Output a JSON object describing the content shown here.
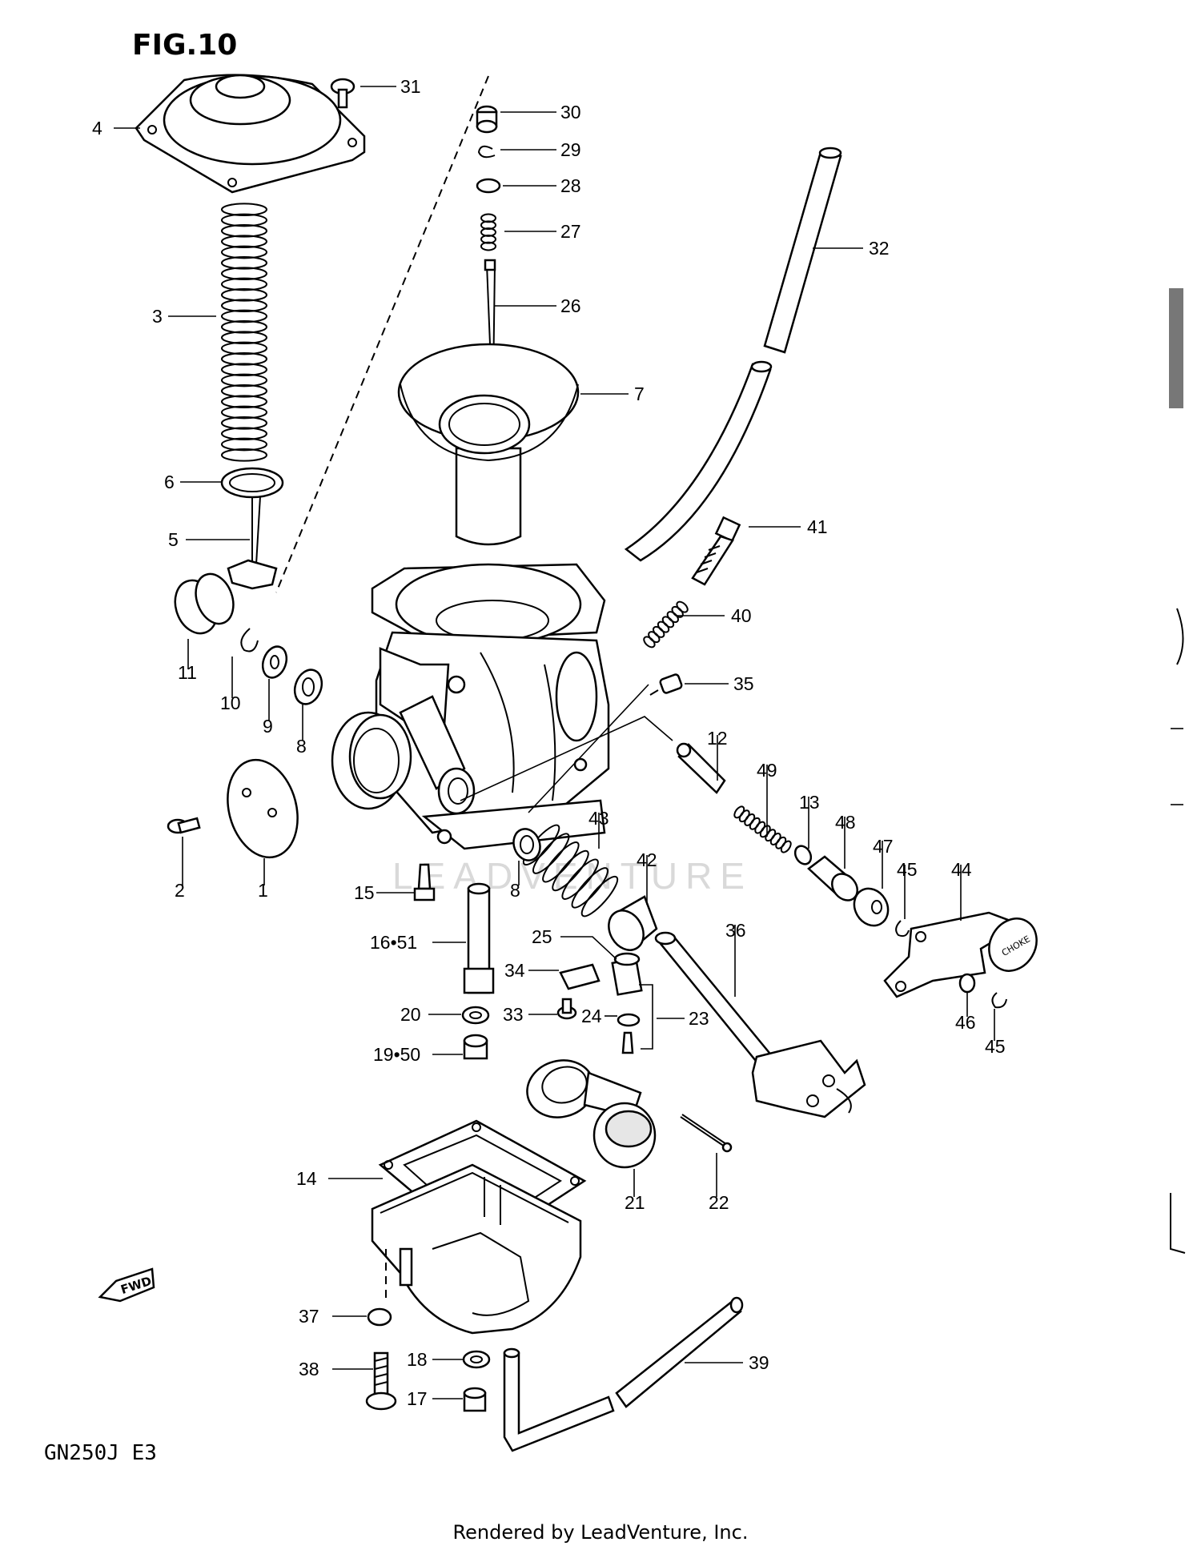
{
  "figure": {
    "title": "FIG.10",
    "model_code": "GN250J  E3",
    "footer": "Rendered by LeadVenture, Inc.",
    "watermark": "LEADVENTURE"
  },
  "fwd_arrow": {
    "label": "FWD"
  },
  "choke_knob": {
    "label": "CHOKE"
  },
  "callouts": [
    {
      "id": "c4",
      "label": "4"
    },
    {
      "id": "c31",
      "label": "31"
    },
    {
      "id": "c30",
      "label": "30"
    },
    {
      "id": "c29",
      "label": "29"
    },
    {
      "id": "c28",
      "label": "28"
    },
    {
      "id": "c27",
      "label": "27"
    },
    {
      "id": "c32",
      "label": "32"
    },
    {
      "id": "c26",
      "label": "26"
    },
    {
      "id": "c3",
      "label": "3"
    },
    {
      "id": "c7",
      "label": "7"
    },
    {
      "id": "c6",
      "label": "6"
    },
    {
      "id": "c5",
      "label": "5"
    },
    {
      "id": "c41",
      "label": "41"
    },
    {
      "id": "c40",
      "label": "40"
    },
    {
      "id": "c11",
      "label": "11"
    },
    {
      "id": "c10",
      "label": "10"
    },
    {
      "id": "c9",
      "label": "9"
    },
    {
      "id": "c8a",
      "label": "8"
    },
    {
      "id": "c35",
      "label": "35"
    },
    {
      "id": "c12",
      "label": "12"
    },
    {
      "id": "c49",
      "label": "49"
    },
    {
      "id": "c13",
      "label": "13"
    },
    {
      "id": "c48",
      "label": "48"
    },
    {
      "id": "c47",
      "label": "47"
    },
    {
      "id": "c45a",
      "label": "45"
    },
    {
      "id": "c44",
      "label": "44"
    },
    {
      "id": "c43",
      "label": "43"
    },
    {
      "id": "c42",
      "label": "42"
    },
    {
      "id": "c2",
      "label": "2"
    },
    {
      "id": "c1",
      "label": "1"
    },
    {
      "id": "c8b",
      "label": "8"
    },
    {
      "id": "c15",
      "label": "15"
    },
    {
      "id": "c1651",
      "label": "16•51"
    },
    {
      "id": "c25",
      "label": "25"
    },
    {
      "id": "c36",
      "label": "36"
    },
    {
      "id": "c34",
      "label": "34"
    },
    {
      "id": "c33",
      "label": "33"
    },
    {
      "id": "c24",
      "label": "24"
    },
    {
      "id": "c23",
      "label": "23"
    },
    {
      "id": "c20",
      "label": "20"
    },
    {
      "id": "c1950",
      "label": "19•50"
    },
    {
      "id": "c46",
      "label": "46"
    },
    {
      "id": "c45b",
      "label": "45"
    },
    {
      "id": "c14",
      "label": "14"
    },
    {
      "id": "c21",
      "label": "21"
    },
    {
      "id": "c22",
      "label": "22"
    },
    {
      "id": "c37",
      "label": "37"
    },
    {
      "id": "c18",
      "label": "18"
    },
    {
      "id": "c38",
      "label": "38"
    },
    {
      "id": "c39",
      "label": "39"
    },
    {
      "id": "c17",
      "label": "17"
    }
  ]
}
